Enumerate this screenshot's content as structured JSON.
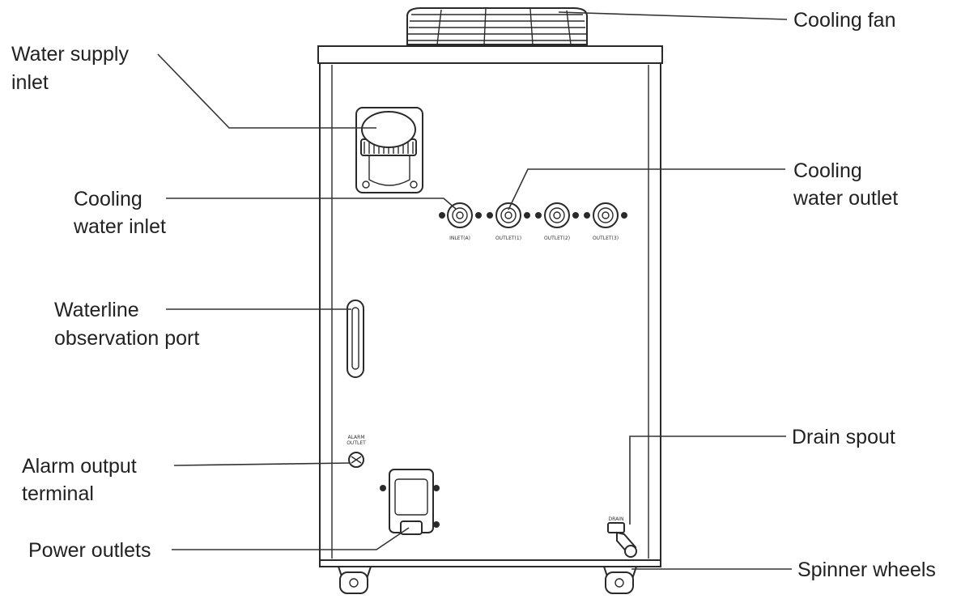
{
  "labels": {
    "cooling_fan": "Cooling fan",
    "water_supply_inlet_1": "Water supply",
    "water_supply_inlet_2": "inlet",
    "cooling_water_inlet_1": "Cooling",
    "cooling_water_inlet_2": "water inlet",
    "cooling_water_outlet_1": "Cooling",
    "cooling_water_outlet_2": "water outlet",
    "waterline_port_1": "Waterline",
    "waterline_port_2": "observation port",
    "drain_spout": "Drain spout",
    "alarm_output_1": "Alarm output",
    "alarm_output_2": "terminal",
    "power_outlets": "Power outlets",
    "spinner_wheels": "Spinner wheels"
  },
  "port_markings": [
    "INLET(A)",
    "OUTLET(1)",
    "OUTLET(2)",
    "OUTLET(3)"
  ],
  "alarm_marking_1": "ALARM",
  "alarm_marking_2": "OUTLET",
  "drain_marking": "DRAIN",
  "colors": {
    "line": "#2a2a2a",
    "text": "#222222",
    "background": "#ffffff"
  }
}
